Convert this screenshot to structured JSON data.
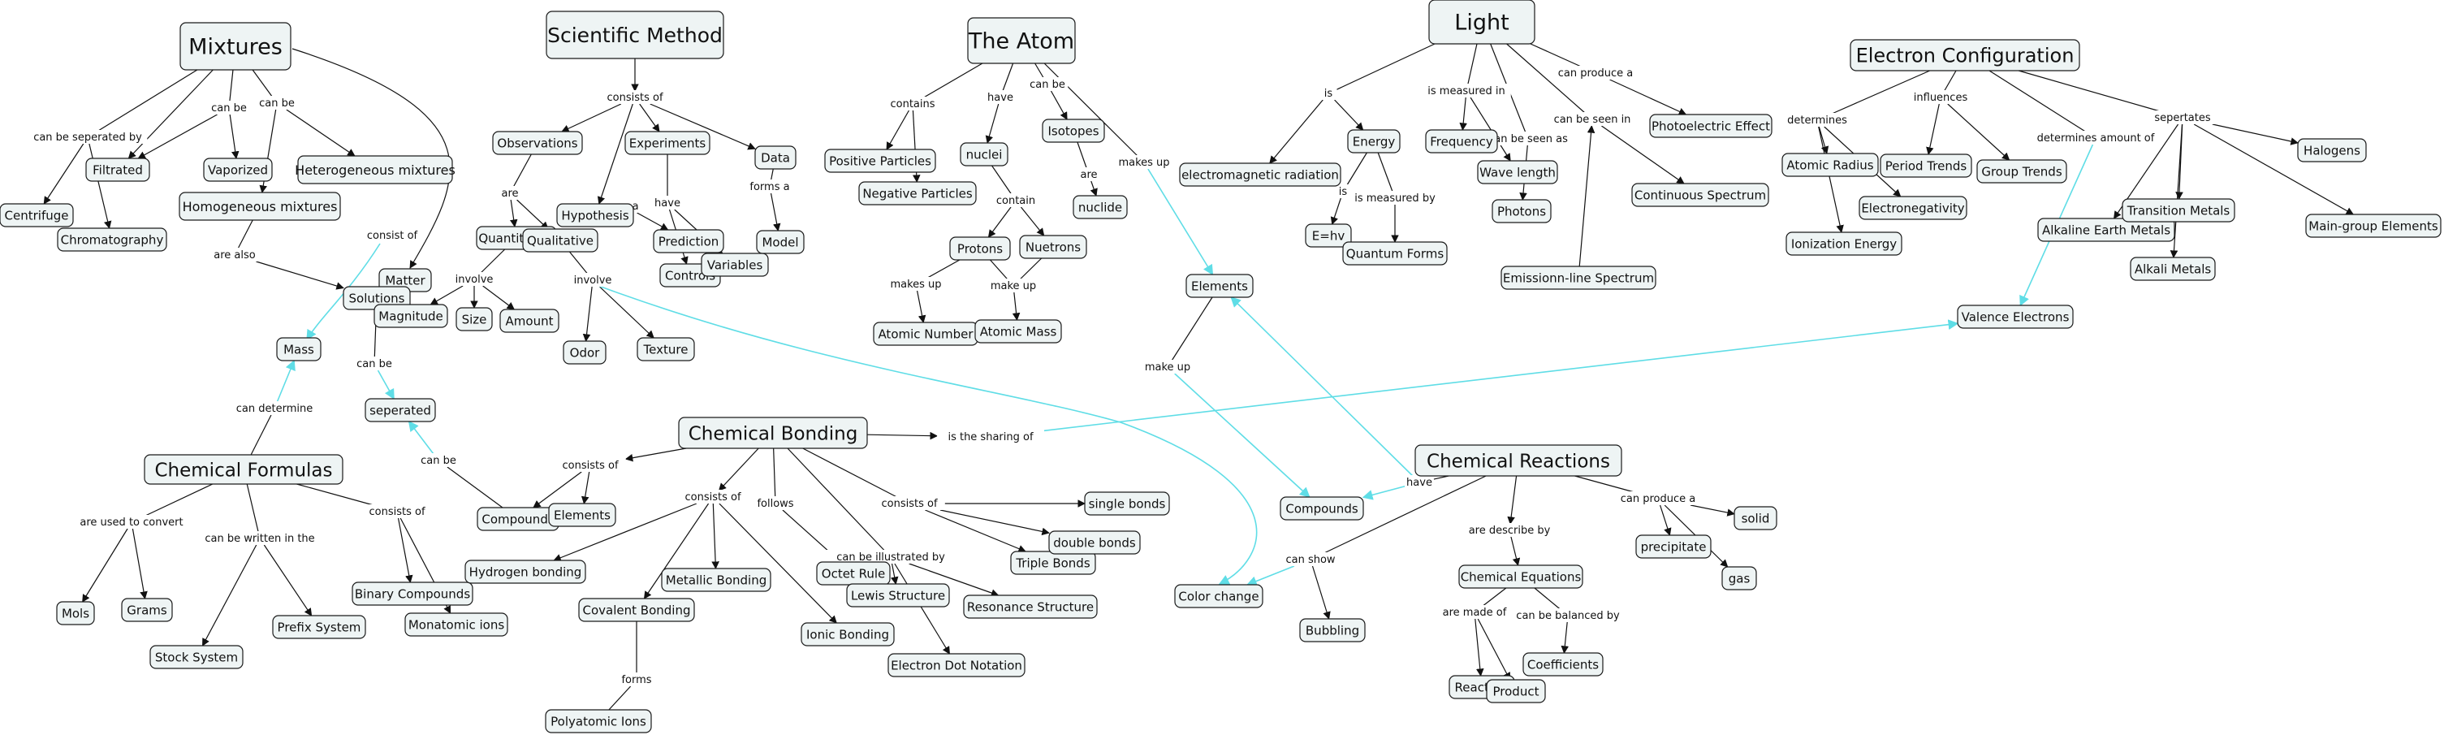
{
  "colors": {
    "node_fill": "#eef4f4",
    "node_stroke": "#1a1a1a",
    "edge": "#111111",
    "cross_link": "#5fdde6"
  },
  "nodes": {
    "mixtures": "Mixtures",
    "scientific_method": "Scientific Method",
    "the_atom": "The Atom",
    "light": "Light",
    "electron_configuration": "Electron Configuration",
    "centrifuge": "Centrifuge",
    "filtrated": "Filtrated",
    "vaporized": "Vaporized",
    "heterogeneous_mixtures": "Heterogeneous mixtures",
    "homogeneous_mixtures": "Homogeneous mixtures",
    "chromatography": "Chromatography",
    "matter": "Matter",
    "solutions": "Solutions",
    "mass": "Mass",
    "seperated": "seperated",
    "chemical_formulas": "Chemical Formulas",
    "mols": "Mols",
    "grams": "Grams",
    "stock_system": "Stock System",
    "prefix_system": "Prefix System",
    "binary_compounds": "Binary Compounds",
    "monatomic_ions": "Monatomic ions",
    "observations": "Observations",
    "hypothesis": "Hypothesis",
    "experiments": "Experiments",
    "data": "Data",
    "quantitative": "Quantitative",
    "qualitative": "Qualitative",
    "prediction": "Prediction",
    "controls": "Controls",
    "variables": "Variables",
    "model": "Model",
    "magnitude": "Magnitude",
    "size": "Size",
    "amount": "Amount",
    "odor": "Odor",
    "texture": "Texture",
    "positive_particles": "Positive Particles",
    "negative_particles": "Negative Particles",
    "nuclei": "nuclei",
    "isotopes": "Isotopes",
    "nuclide": "nuclide",
    "protons": "Protons",
    "nuetrons": "Nuetrons",
    "atomic_number": "Atomic Number",
    "atomic_mass": "Atomic Mass",
    "elements_mid": "Elements",
    "electromagnetic_radiation": "electromagnetic radiation",
    "energy": "Energy",
    "frequency": "Frequency",
    "wave_length": "Wave length",
    "photons": "Photons",
    "photoelectric_effect": "Photoelectric Effect",
    "continuous_spectrum": "Continuous Spectrum",
    "emh": "E=hv",
    "quantum_forms": "Quantum Forms",
    "emission_spectrum": "Emissionn-line Spectrum",
    "atomic_radius": "Atomic Radius",
    "period_trends": "Period Trends",
    "group_trends": "Group Trends",
    "halogens": "Halogens",
    "electronegativity": "Electronegativity",
    "ionization_energy": "Ionization Energy",
    "alkaline_earth_metals": "Alkaline Earth Metals",
    "transition_metals": "Transition Metals",
    "alkali_metals": "Alkali Metals",
    "main_group_elements": "Main-group Elements",
    "valence_electrons": "Valence Electrons",
    "chemical_bonding": "Chemical Bonding",
    "compounds_left": "Compounds",
    "elements_left": "Elements",
    "hydrogen_bonding": "Hydrogen bonding",
    "metallic_bonding": "Metallic Bonding",
    "covalent_bonding": "Covalent Bonding",
    "polyatomic_ions": "Polyatomic Ions",
    "ionic_bonding": "Ionic Bonding",
    "octet_rule": "Octet Rule",
    "lewis_structure": "Lewis Structure",
    "electron_dot_notation": "Electron Dot Notation",
    "resonance_structure": "Resonance Structure",
    "triple_bonds": "Triple Bonds",
    "double_bonds": "double bonds",
    "single_bonds": "single bonds",
    "chemical_reactions": "Chemical Reactions",
    "compounds_mid": "Compounds",
    "color_change": "Color change",
    "bubbling": "Bubbling",
    "chemical_equations": "Chemical Equations",
    "reactant": "Reactant",
    "product": "Product",
    "coefficients": "Coefficients",
    "precipitate": "precipitate",
    "solid": "solid",
    "gas": "gas"
  },
  "labels": {
    "can_be_seperated_by": "can be seperated by",
    "mix_can_be_1": "can be",
    "mix_can_be_2": "can be",
    "consist_of": "consist of",
    "are_also": "are also",
    "sol_can_be": "can be",
    "can_determine": "can determine",
    "comp_can_be": "can be",
    "are_used_to_convert": "are used to convert",
    "can_be_written_in_the": "can be written in the",
    "cf_consists_of": "consists of",
    "sm_consists_of": "consists of",
    "are": "are",
    "involve_1": "involve",
    "involve_2": "involve",
    "are_a": "are a",
    "have_1": "have",
    "forms_a": "forms a",
    "contains": "contains",
    "atom_have": "have",
    "atom_can_be": "can be",
    "makes_up_1": "makes  up",
    "iso_are": "are",
    "contain": "contain",
    "makes_up_2": "makes up",
    "make_up_1": "make up",
    "make_up_2": "make up",
    "is_1": "is",
    "is_measured_in": "is measured in",
    "can_be_seen_as": "can be seen as",
    "can_be_seen_in": "can be seen in",
    "can_produce_a_1": "can produce a",
    "is_2": "is",
    "is_measured_by": "is measured by",
    "determines": "determines",
    "influences": "influences",
    "determines_amount_of": "determines amount of",
    "sepertates": "sepertates",
    "is_the_sharing_of": "is the sharing of",
    "cb_consists_of_1": "consists of",
    "cb_consists_of_2": "consists of",
    "follows": "follows",
    "cb_consists_of_3": "consists of",
    "can_be_illustrated_by": "can be illustrated by",
    "forms": "forms",
    "cr_have": "have",
    "can_show": "can show",
    "are_describe_by": "are describe by",
    "can_produce_a_2": "can produce a",
    "are_made_of": "are made of",
    "can_be_balanced_by": "can be balanced by"
  }
}
